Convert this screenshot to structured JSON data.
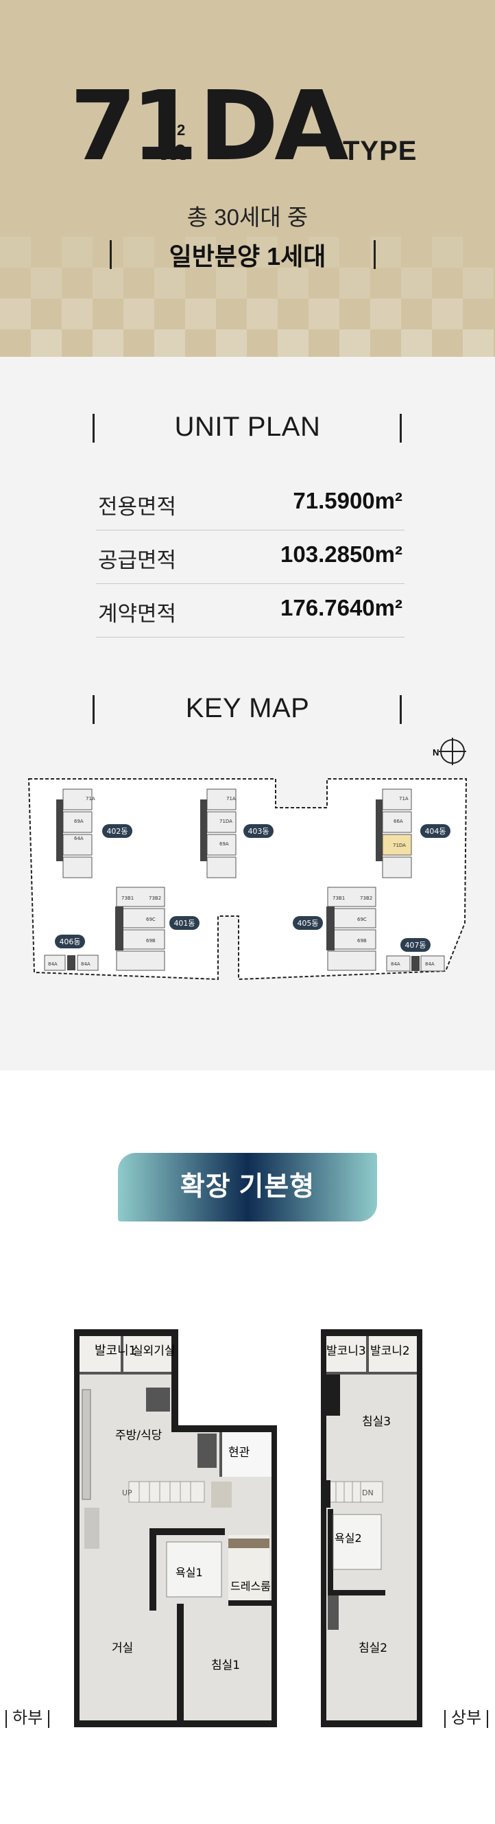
{
  "hero": {
    "title_number": "71",
    "title_unit": "m",
    "title_unit_sup": "2",
    "title_name": "DA",
    "title_suffix": "TYPE",
    "total_units": "총 30세대 중",
    "general_sale": "일반분양 1세대"
  },
  "unit_plan": {
    "heading": "UNIT PLAN",
    "rows": [
      {
        "label": "전용면적",
        "value": "71.5900m²"
      },
      {
        "label": "공급면적",
        "value": "103.2850m²"
      },
      {
        "label": "계약면적",
        "value": "176.7640m²"
      }
    ]
  },
  "key_map": {
    "heading": "KEY MAP",
    "compass_letter": "N",
    "buildings": [
      "402동",
      "403동",
      "404동",
      "401동",
      "405동",
      "406동",
      "407동"
    ],
    "unit_tags": [
      "71A",
      "69A",
      "64A",
      "71DA",
      "66A",
      "73B1",
      "73B2",
      "69C",
      "69B",
      "84A"
    ]
  },
  "floor_plan": {
    "variant_label": "확장 기본형",
    "lower": {
      "name": "하부",
      "rooms": [
        "발코니1",
        "실외기실",
        "주방/식당",
        "현관",
        "욕실1",
        "드레스룸",
        "거실",
        "침실1"
      ],
      "stair_marker": "UP"
    },
    "upper": {
      "name": "상부",
      "rooms": [
        "발코니3",
        "발코니2",
        "침실3",
        "욕실2",
        "침실2"
      ],
      "stair_marker": "DN"
    }
  },
  "colors": {
    "hero_bg": "#d2c4a3",
    "section_bg": "#f3f3f3",
    "pill_dark": "#0f2d52",
    "pill_light": "#8fcbcb",
    "key_map_badge": "#2c3e50",
    "floor_fill": "#e2e1dd",
    "wall": "#1d1d1d"
  }
}
